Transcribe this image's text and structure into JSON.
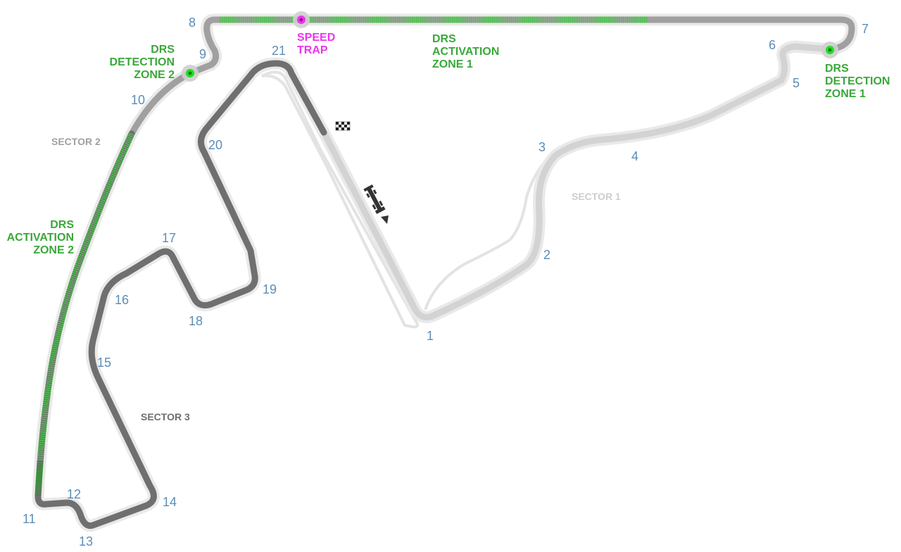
{
  "map": {
    "colors": {
      "sector1": "#d3d3d3",
      "sector2": "#a0a0a0",
      "sector3": "#6f6f6f",
      "outline": "#e6e6e6",
      "pitlane": "#e3e3e3",
      "drs_zone": "#48c448",
      "drs_point": "#22dd22",
      "speed_trap": "#ee33ee",
      "turn_number": "#5b8db8",
      "drs_text": "#3aa83a"
    },
    "turns": [
      "1",
      "2",
      "3",
      "4",
      "5",
      "6",
      "7",
      "8",
      "9",
      "10",
      "11",
      "12",
      "13",
      "14",
      "15",
      "16",
      "17",
      "18",
      "19",
      "20",
      "21"
    ],
    "sectors": {
      "s1": "SECTOR 1",
      "s2": "SECTOR 2",
      "s3": "SECTOR 3"
    },
    "drs_zones": {
      "activation1": [
        "DRS",
        "ACTIVATION",
        "ZONE 1"
      ],
      "activation2": [
        "DRS",
        "ACTIVATION",
        "ZONE 2"
      ],
      "detection1": [
        "DRS",
        "DETECTION",
        "ZONE 1"
      ],
      "detection2": [
        "DRS",
        "DETECTION",
        "ZONE 2"
      ]
    },
    "speed_trap": [
      "SPEED",
      "TRAP"
    ],
    "icons": [
      "start-finish-flag-icon",
      "car-icon",
      "direction-arrow-icon",
      "drs-detection-point-icon",
      "speed-trap-point-icon"
    ]
  }
}
